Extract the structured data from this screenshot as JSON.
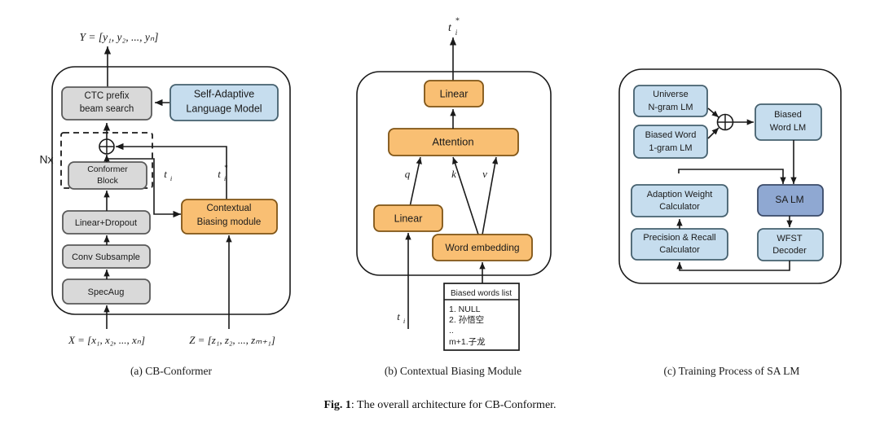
{
  "figure": {
    "caption_prefix": "Fig. 1",
    "caption_text": ": The overall architecture for CB-Conformer."
  },
  "colors": {
    "gray_fill": "#d9d9d9",
    "gray_stroke": "#595959",
    "orange_fill": "#f9bf73",
    "orange_stroke": "#7f5415",
    "light_blue_fill": "#c6ddee",
    "light_blue_stroke": "#45606e",
    "slate_blue_fill": "#8fa8d2",
    "slate_blue_stroke": "#3a4a68",
    "line": "#1a1a1a",
    "white": "#ffffff"
  },
  "panel_a": {
    "caption": "(a) CB-Conformer",
    "output_label": "Y = [y₁, y₂, ..., yₙ]",
    "input_x_label": "X = [x₁, x₂, ..., xₙ]",
    "input_z_label": "Z = [z₁, z₂, ..., zₘ₊₁]",
    "repeat_label": "Nx",
    "signal_ti": "t",
    "signal_ti_sub": "i",
    "signal_ti_star": "t",
    "signal_ti_star_sub": "i",
    "signal_ti_star_sup": "*",
    "boxes": {
      "ctc": {
        "line1": "CTC prefix",
        "line2": "beam search",
        "color": "gray"
      },
      "salm": {
        "line1": "Self-Adaptive",
        "line2": "Language Model",
        "color": "light_blue"
      },
      "conformer": {
        "line1": "Conformer",
        "line2": "Block",
        "color": "gray"
      },
      "linear_dropout": {
        "line1": "Linear+Dropout",
        "line2": "",
        "color": "gray"
      },
      "conv_subsample": {
        "line1": "Conv Subsample",
        "line2": "",
        "color": "gray"
      },
      "specaug": {
        "line1": "SpecAug",
        "line2": "",
        "color": "gray"
      },
      "cbm": {
        "line1": "Contextual",
        "line2": "Biasing module",
        "color": "orange"
      }
    }
  },
  "panel_b": {
    "caption": "(b) Contextual Biasing Module",
    "output_label_base": "t",
    "output_label_sub": "i",
    "output_label_sup": "*",
    "input_label_base": "t",
    "input_label_sub": "i",
    "edge_labels": {
      "q": "q",
      "k": "k",
      "v": "v"
    },
    "boxes": {
      "linear_top": {
        "label": "Linear",
        "color": "orange"
      },
      "attention": {
        "label": "Attention",
        "color": "orange"
      },
      "linear_bottom": {
        "label": "Linear",
        "color": "orange"
      },
      "word_embedding": {
        "label": "Word embedding",
        "color": "orange"
      }
    },
    "biased_words_list": {
      "title": "Biased words list",
      "items": [
        "1. NULL",
        "2. 孙悟空",
        "..",
        "m+1.子龙"
      ]
    }
  },
  "panel_c": {
    "caption": "(c) Training Process of SA LM",
    "boxes": {
      "universe_ngram": {
        "line1": "Universe",
        "line2": "N-gram LM",
        "color": "light_blue"
      },
      "biased_word_1gram": {
        "line1": "Biased Word",
        "line2": "1-gram LM",
        "color": "light_blue"
      },
      "biased_word_lm": {
        "line1": "Biased",
        "line2": "Word LM",
        "color": "light_blue"
      },
      "adaption_weight": {
        "line1": "Adaption Weight",
        "line2": "Calculator",
        "color": "light_blue"
      },
      "precision_recall": {
        "line1": "Precision & Recall",
        "line2": "Calculator",
        "color": "light_blue"
      },
      "sa_lm": {
        "line1": "SA LM",
        "line2": "",
        "color": "slate_blue"
      },
      "wfst_decoder": {
        "line1": "WFST",
        "line2": "Decoder",
        "color": "light_blue"
      }
    },
    "operator_icon": "circled-plus-icon"
  }
}
